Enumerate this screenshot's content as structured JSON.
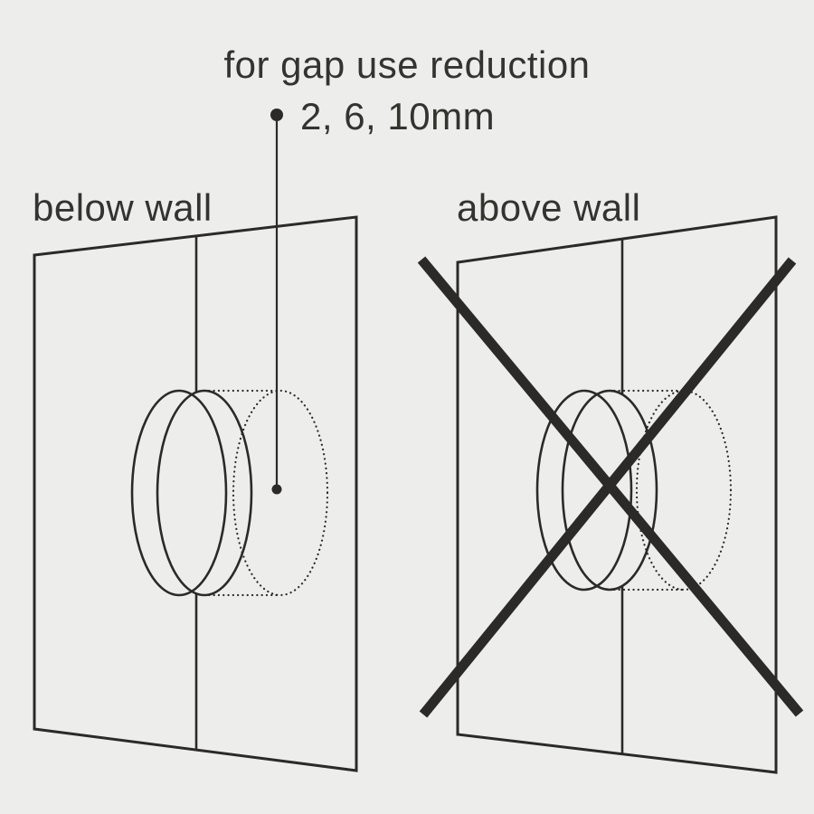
{
  "colors": {
    "background": "#edeeec",
    "line": "#2b2a28",
    "text": "#33332f"
  },
  "callout": {
    "title": "for gap use reduction",
    "sizes": "2, 6, 10mm"
  },
  "diagrams": {
    "left": {
      "label": "below wall",
      "crossed_out": false
    },
    "right": {
      "label": "above wall",
      "crossed_out": true
    }
  }
}
